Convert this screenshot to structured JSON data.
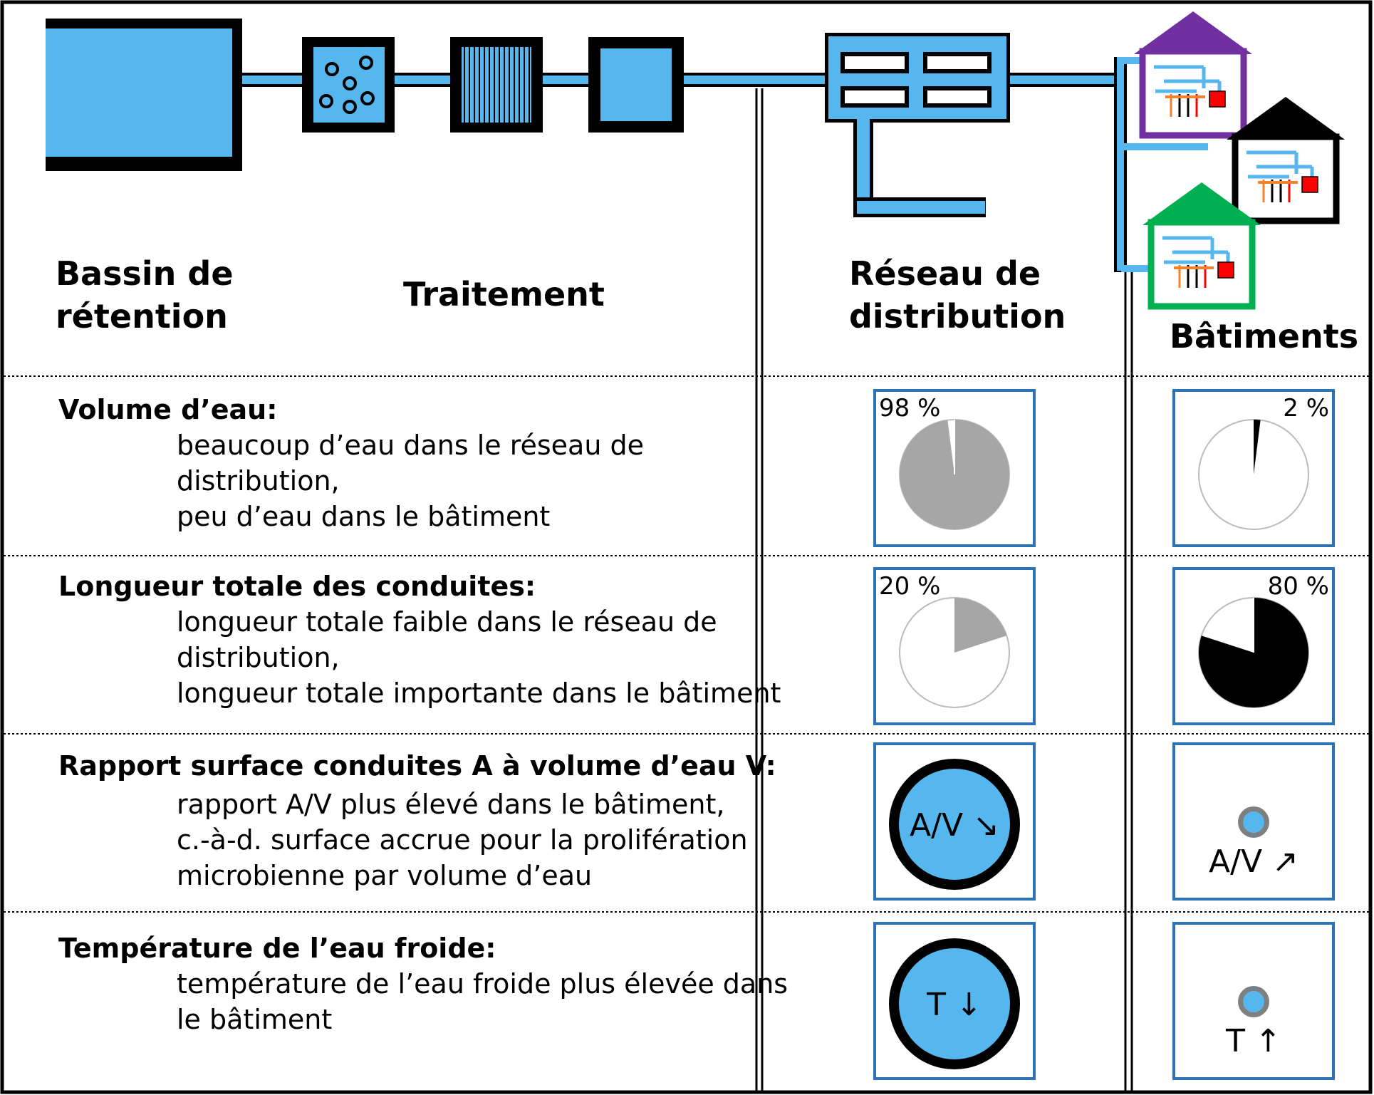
{
  "headers": {
    "basin": [
      "Bassin de",
      "rétention"
    ],
    "treatment": "Traitement",
    "network": [
      "Réseau de",
      "distribution"
    ],
    "buildings": "Bâtiments"
  },
  "rows": [
    {
      "label": "Volume d’eau:",
      "lines": [
        "beaucoup d’eau dans le réseau de",
        "distribution,",
        "peu d’eau dans le bâtiment"
      ],
      "network": {
        "kind": "pie",
        "label": "98 %",
        "value": 98,
        "color": "#a6a6a6"
      },
      "building": {
        "kind": "pie",
        "label": "2 %",
        "value": 2,
        "color": "#000000"
      }
    },
    {
      "label": "Longueur totale des conduites:",
      "lines": [
        "longueur totale faible dans le réseau de",
        "distribution,",
        "longueur totale importante dans le bâtiment"
      ],
      "network": {
        "kind": "pie",
        "label": "20 %",
        "value": 20,
        "color": "#a6a6a6"
      },
      "building": {
        "kind": "pie",
        "label": "80 %",
        "value": 80,
        "color": "#000000"
      }
    },
    {
      "label": "Rapport surface conduites A à volume d’eau V:",
      "lines": [
        "rapport A/V plus élevé dans le bâtiment,",
        "c.-à-d. surface accrue pour la prolifération",
        "microbienne par volume d’eau"
      ],
      "network": {
        "kind": "big-pipe",
        "symbol": "A/V ↘"
      },
      "building": {
        "kind": "small-pipe",
        "symbol": "A/V ↗"
      }
    },
    {
      "label": "Température de l’eau froide:",
      "lines": [
        "température de l’eau froide plus élevée dans",
        "le bâtiment"
      ],
      "network": {
        "kind": "big-pipe",
        "symbol": "T ↓"
      },
      "building": {
        "kind": "small-pipe",
        "symbol": "T ↑"
      }
    }
  ],
  "colors": {
    "water": "#56b7ee",
    "pipe_dark": "#000000",
    "frame_blue": "#2e74b5",
    "pie_gray": "#a6a6a6",
    "house_purple": "#7030a0",
    "house_black": "#000000",
    "house_green": "#00b050",
    "fixture_red": "#ff0000",
    "fixture_orange": "#f4812c"
  }
}
